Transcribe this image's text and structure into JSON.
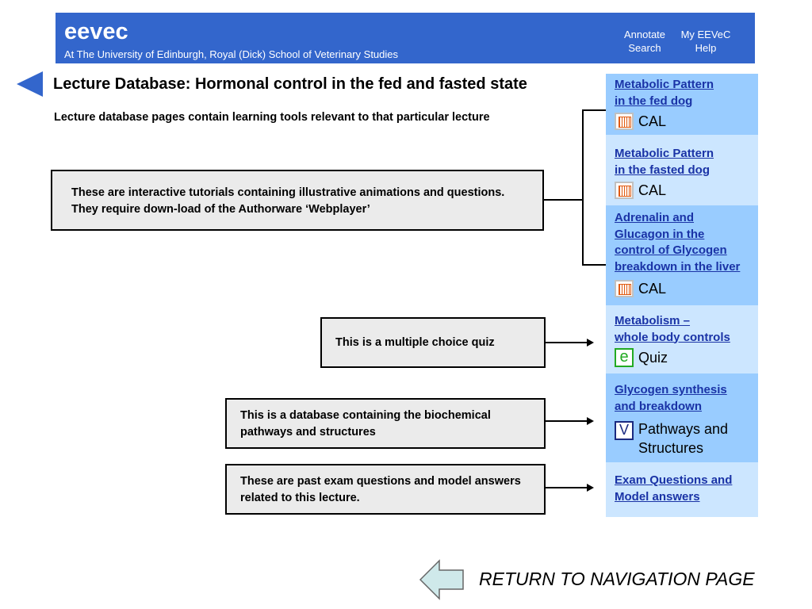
{
  "header": {
    "brand": "eevec",
    "subtitle": "At The University of Edinburgh, Royal (Dick) School of Veterinary Studies",
    "links": {
      "annotate": "Annotate",
      "search": "Search",
      "my_eevec": "My EEVeC",
      "help": "Help"
    },
    "color": "#3366cc"
  },
  "page": {
    "title": "Lecture Database: Hormonal control in the fed and fasted state",
    "description": "Lecture database pages contain learning tools relevant to that particular lecture"
  },
  "boxes": {
    "tutorials": "These are interactive tutorials containing illustrative animations and questions. They require down-load of the Authorware ‘Webplayer’",
    "quiz": "This is a multiple choice quiz",
    "database": "This is a database containing the biochemical pathways and structures",
    "exam": "These are past exam questions and model answers related to this lecture."
  },
  "sidebar": {
    "items": [
      {
        "lines": [
          "Metabolic Pattern ",
          "in the fed dog"
        ],
        "resource": "CAL",
        "icon": "cal-icon"
      },
      {
        "lines": [
          "Metabolic Pattern ",
          "in the fasted dog"
        ],
        "resource": "CAL",
        "icon": "cal-icon"
      },
      {
        "lines": [
          "Adrenalin and",
          "Glucagon in the",
          "control of Glycogen",
          "breakdown in the liver"
        ],
        "resource": "CAL",
        "icon": "cal-icon"
      },
      {
        "lines": [
          "Metabolism –",
          "whole body controls"
        ],
        "resource": "Quiz",
        "icon": "quiz-e-icon",
        "icon_glyph": "e"
      },
      {
        "lines": [
          "Glycogen synthesis",
          "and breakdown"
        ],
        "resource_lines": [
          "Pathways and",
          "Structures"
        ],
        "icon": "pathways-v-icon",
        "icon_glyph": "V"
      },
      {
        "lines": [
          "Exam Questions and",
          "Model answers"
        ]
      }
    ],
    "colors": {
      "dark": "#99ccff",
      "light": "#cce6ff",
      "link": "#1a33a6"
    }
  },
  "footer": {
    "return_label": "RETURN TO NAVIGATION PAGE"
  }
}
